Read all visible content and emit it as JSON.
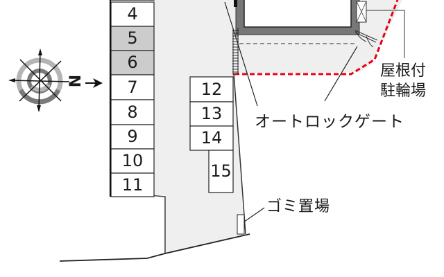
{
  "compass": {
    "north_label": "N",
    "icon": "compass-rose-icon",
    "arrow_direction": "right"
  },
  "parking": {
    "column_left": [
      {
        "number": "4",
        "shaded": false
      },
      {
        "number": "5",
        "shaded": true
      },
      {
        "number": "6",
        "shaded": true
      },
      {
        "number": "7",
        "shaded": false
      },
      {
        "number": "8",
        "shaded": false
      },
      {
        "number": "9",
        "shaded": false
      },
      {
        "number": "10",
        "shaded": false
      },
      {
        "number": "11",
        "shaded": false
      }
    ],
    "column_right": [
      {
        "number": "12",
        "shaded": false
      },
      {
        "number": "13",
        "shaded": false
      },
      {
        "number": "14",
        "shaded": false
      },
      {
        "number": "15",
        "shaded": false
      }
    ]
  },
  "labels": {
    "bicycle_parking_line1": "屋根付",
    "bicycle_parking_line2": "駐輪場",
    "autolock_gate": "オートロックゲート",
    "garbage_area": "ゴミ置場"
  },
  "colors": {
    "site_fill": "#efefef",
    "shaded_slot": "#cccccc",
    "building_wall": "#777777",
    "boundary_dash": "#e60012",
    "line": "#222222"
  }
}
